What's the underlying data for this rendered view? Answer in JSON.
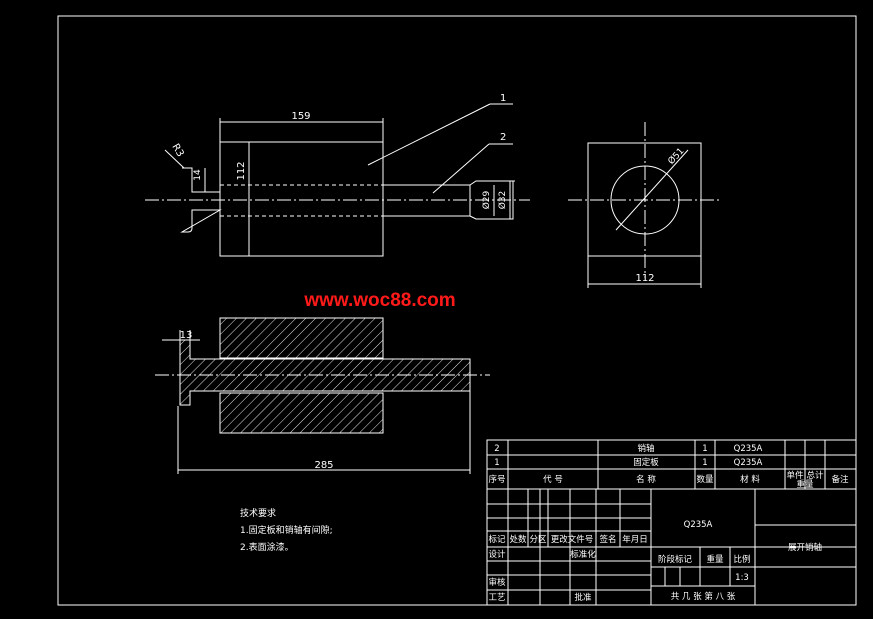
{
  "watermark": "www.woc88.com",
  "top_view": {
    "dim_length": "159",
    "dim_height": "112",
    "dim_radius": "R3",
    "dim_step": "14",
    "dim_dia_small": "Ø29",
    "dim_dia_large": "Ø32",
    "leader_1": "1",
    "leader_2": "2"
  },
  "side_view": {
    "dim_width": "112",
    "dim_dia": "Ø51"
  },
  "section_view": {
    "dim_head": "13",
    "dim_total": "285"
  },
  "notes": {
    "title": "技术要求",
    "line1": "1.固定板和销轴有间隙;",
    "line2": "2.表面涂漆。"
  },
  "parts_list": {
    "rows": [
      {
        "no": "2",
        "name": "销轴",
        "qty": "1",
        "material": "Q235A"
      },
      {
        "no": "1",
        "name": "固定板",
        "qty": "1",
        "material": "Q235A"
      }
    ],
    "header": {
      "no": "序号",
      "code": "代    号",
      "name": "名    称",
      "qty": "数量",
      "material": "材    料",
      "unit": "单件",
      "total": "总计",
      "weight": "重量",
      "remark": "备注"
    }
  },
  "title_block": {
    "material": "Q235A",
    "drawing_name": "展开销轴",
    "mark": "标记",
    "count": "处数",
    "zone": "分区",
    "change_doc": "更改文件号",
    "signature": "签名",
    "date": "年月日",
    "design": "设计",
    "standard": "标准化",
    "stage_mark": "阶段标记",
    "weight": "重量",
    "scale_label": "比例",
    "scale": "1:3",
    "review": "审核",
    "process": "工艺",
    "approve": "批准",
    "sheets": "共 几 张 第 八 张"
  }
}
